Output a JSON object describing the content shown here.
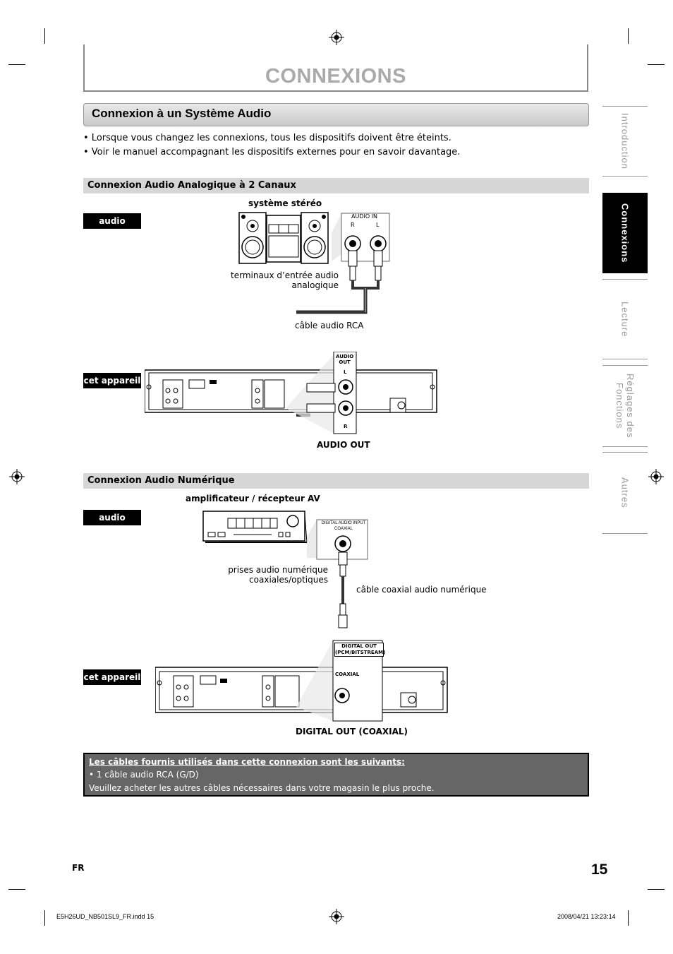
{
  "page_title": "CONNEXIONS",
  "section_title": "Connexion à un Système Audio",
  "bullets": [
    "•  Lorsque vous changez les connexions, tous les dispositifs doivent être éteints.",
    "•  Voir le manuel accompagnant les dispositifs externes pour en savoir davantage."
  ],
  "analog": {
    "title": "Connexion Audio Analogique à 2 Canaux",
    "tag_audio": "audio",
    "device_label": "système stéréo",
    "audio_in": "AUDIO IN",
    "r": "R",
    "l": "L",
    "input_terminals_line1": "terminaux d’entrée audio",
    "input_terminals_line2": "analogique",
    "cable": "câble audio RCA",
    "tag_unit": "cet appareil",
    "audio_out_small_1": "AUDIO",
    "audio_out_small_2": "OUT",
    "out_l": "L",
    "out_r": "R",
    "audio_out": "AUDIO OUT"
  },
  "digital": {
    "title": "Connexion Audio Numérique",
    "tag_audio": "audio",
    "device_label": "amplificateur / récepteur AV",
    "digital_input_1": "DIGITAL AUDIO INPUT",
    "digital_input_2": "COAXIAL",
    "jacks_line1": "prises audio numérique",
    "jacks_line2": "coaxiales/optiques",
    "cable": "câble coaxial audio numérique",
    "tag_unit": "cet appareil",
    "digital_out_1": "DIGITAL OUT",
    "digital_out_2": "(PCM/BITSTREAM)",
    "coaxial": "COAXIAL",
    "digital_out_label": "DIGITAL OUT (COAXIAL)"
  },
  "note": {
    "heading": "Les câbles fournis utilisés dans cette connexion sont les suivants:",
    "line1": "•  1 câble audio RCA (G/D)",
    "line2": "Veuillez acheter les autres câbles nécessaires dans votre magasin le plus proche."
  },
  "side_tabs": [
    "Introduction",
    "Connexions",
    "Lecture",
    "Réglages des Fonctions",
    "Autres"
  ],
  "footer": {
    "lang": "FR",
    "page_number": "15",
    "file": "E5H26UD_NB501SL9_FR.indd   15",
    "datetime": "2008/04/21   13:23:14"
  }
}
